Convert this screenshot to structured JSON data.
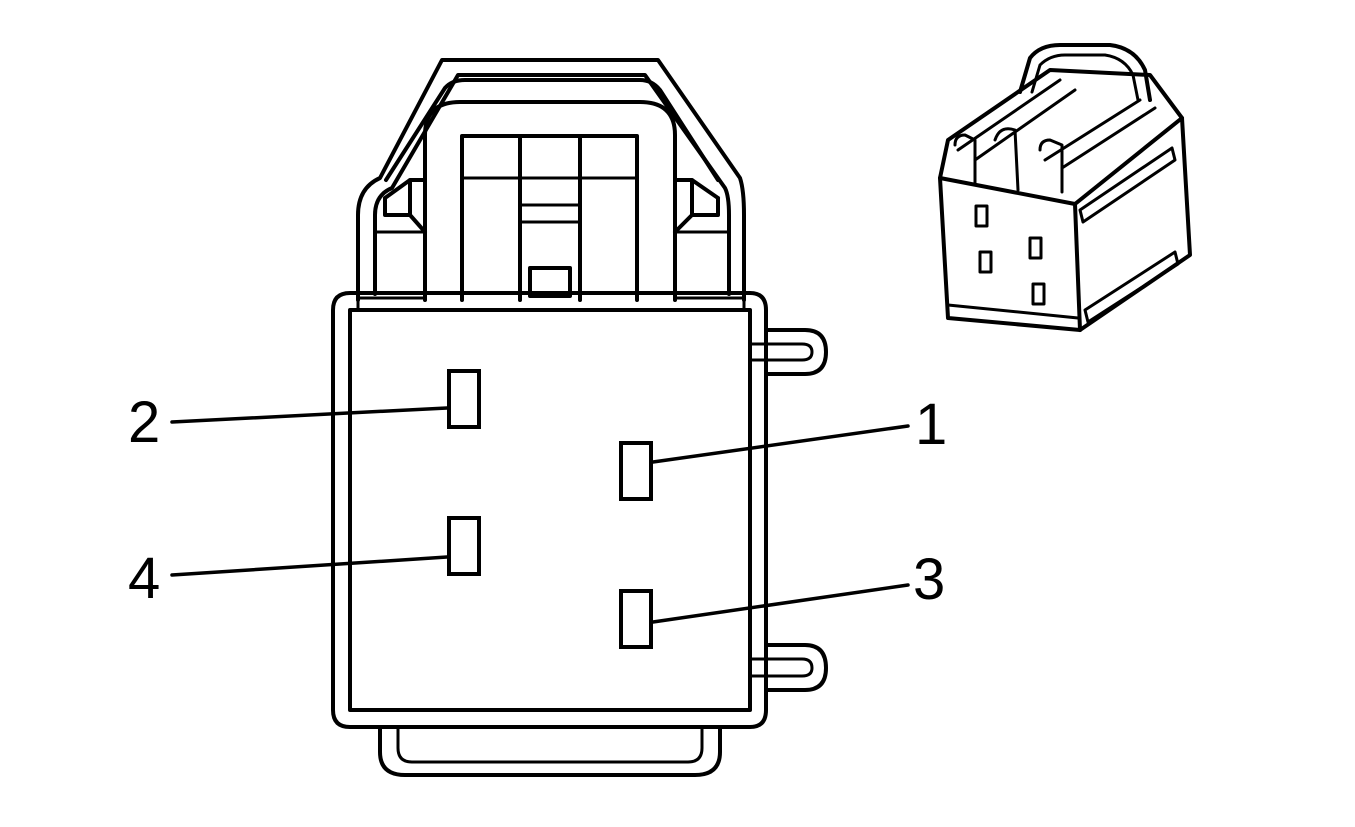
{
  "diagram": {
    "pin_labels": [
      {
        "id": "pin-1",
        "text": "1"
      },
      {
        "id": "pin-2",
        "text": "2"
      },
      {
        "id": "pin-3",
        "text": "3"
      },
      {
        "id": "pin-4",
        "text": "4"
      }
    ]
  }
}
